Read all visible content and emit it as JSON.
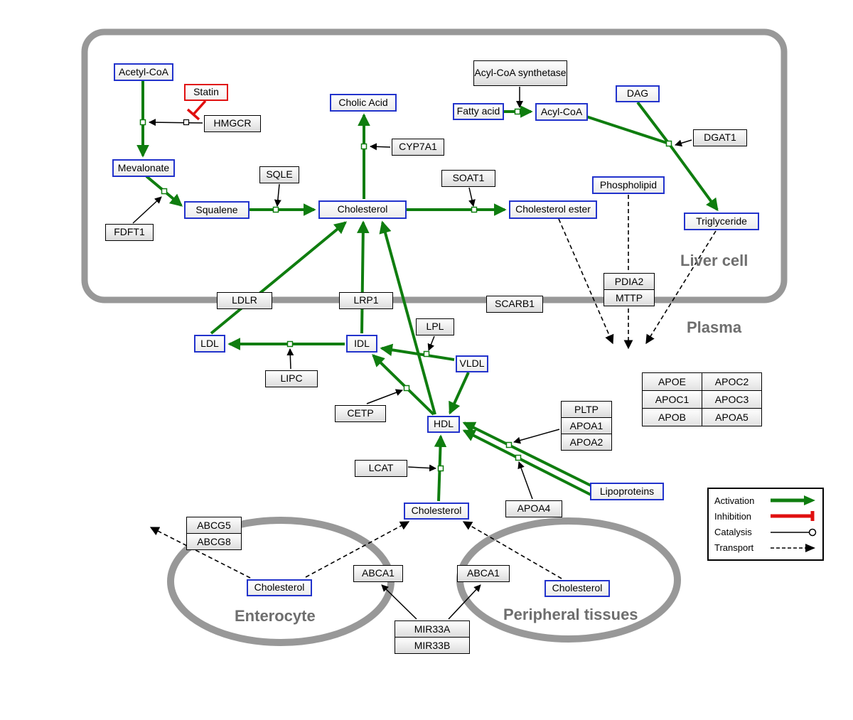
{
  "regions": {
    "liver": "Liver cell",
    "plasma": "Plasma",
    "enterocyte": "Enterocyte",
    "peripheral": "Peripheral tissues"
  },
  "nodes": {
    "acetyl_coa": "Acetyl-CoA",
    "statin": "Statin",
    "hmgcr": "HMGCR",
    "mevalonate": "Mevalonate",
    "fdft1": "FDFT1",
    "squalene": "Squalene",
    "sqle": "SQLE",
    "cholic_acid": "Cholic Acid",
    "cyp7a1": "CYP7A1",
    "cholesterol": "Cholesterol",
    "soat1": "SOAT1",
    "cholesterol_ester": "Cholesterol ester",
    "acyl_coa_synthetase": "Acyl-CoA synthetase",
    "fatty_acid": "Fatty acid",
    "acyl_coa": "Acyl-CoA",
    "dag": "DAG",
    "dgat1": "DGAT1",
    "phospholipid": "Phospholipid",
    "triglyceride": "Triglyceride",
    "ldlr": "LDLR",
    "lrp1": "LRP1",
    "scarb1": "SCARB1",
    "pdia2": "PDIA2",
    "mttp": "MTTP",
    "ldl": "LDL",
    "idl": "IDL",
    "lipc": "LIPC",
    "lpl": "LPL",
    "vldl": "VLDL",
    "cetp": "CETP",
    "hdl": "HDL",
    "lcat": "LCAT",
    "pltp": "PLTP",
    "apoa1": "APOA1",
    "apoa2": "APOA2",
    "apoa4": "APOA4",
    "lipoproteins": "Lipoproteins",
    "apoe": "APOE",
    "apoc2": "APOC2",
    "apoc1": "APOC1",
    "apoc3": "APOC3",
    "apob": "APOB",
    "apoa5": "APOA5",
    "abcg5": "ABCG5",
    "abcg8": "ABCG8",
    "abca1": "ABCA1",
    "mir33a": "MIR33A",
    "mir33b": "MIR33B"
  },
  "legend": {
    "activation": "Activation",
    "inhibition": "Inhibition",
    "catalysis": "Catalysis",
    "transport": "Transport"
  },
  "colors": {
    "activation_green": "#0f7d0f",
    "inhibition_red": "#e01010",
    "metabolite_border_blue": "#2233cc",
    "membrane_gray": "#989898"
  }
}
